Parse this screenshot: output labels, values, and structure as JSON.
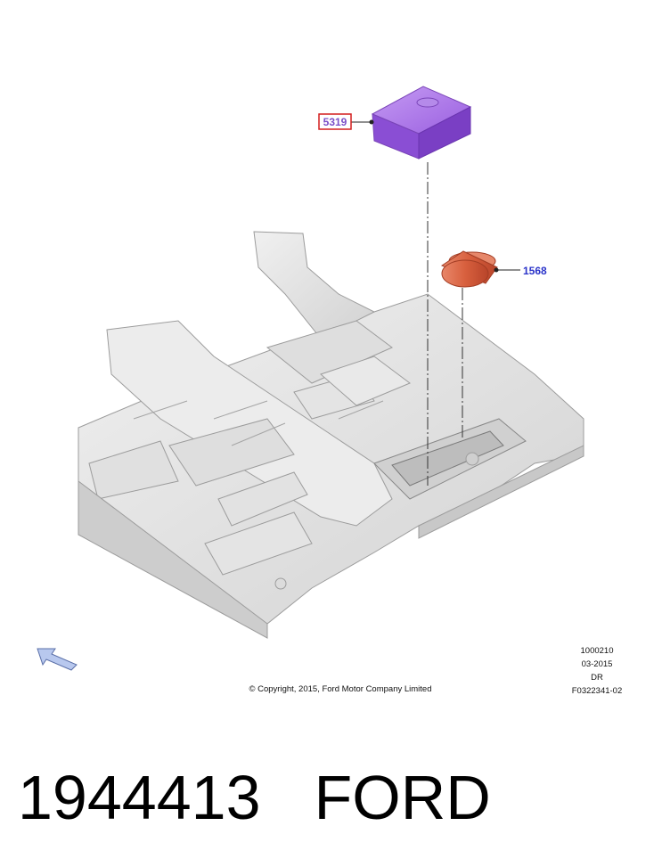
{
  "callouts": {
    "part_a": {
      "number": "5319",
      "text_color": "#7a4fc8",
      "box_color": "#d31f1f",
      "part_color": "#9c5fe0"
    },
    "part_b": {
      "number": "1568",
      "text_color": "#2a33c9",
      "part_color": "#d9603e"
    }
  },
  "icons": {
    "direction_arrow": "front-direction-arrow-icon"
  },
  "footer": {
    "copyright": "© Copyright, 2015, Ford Motor Company Limited",
    "ref_code": "1000210",
    "date": "03-2015",
    "initials": "DR",
    "figure_id": "F0322341-02"
  },
  "caption": {
    "part_number": "1944413",
    "brand": "FORD"
  }
}
